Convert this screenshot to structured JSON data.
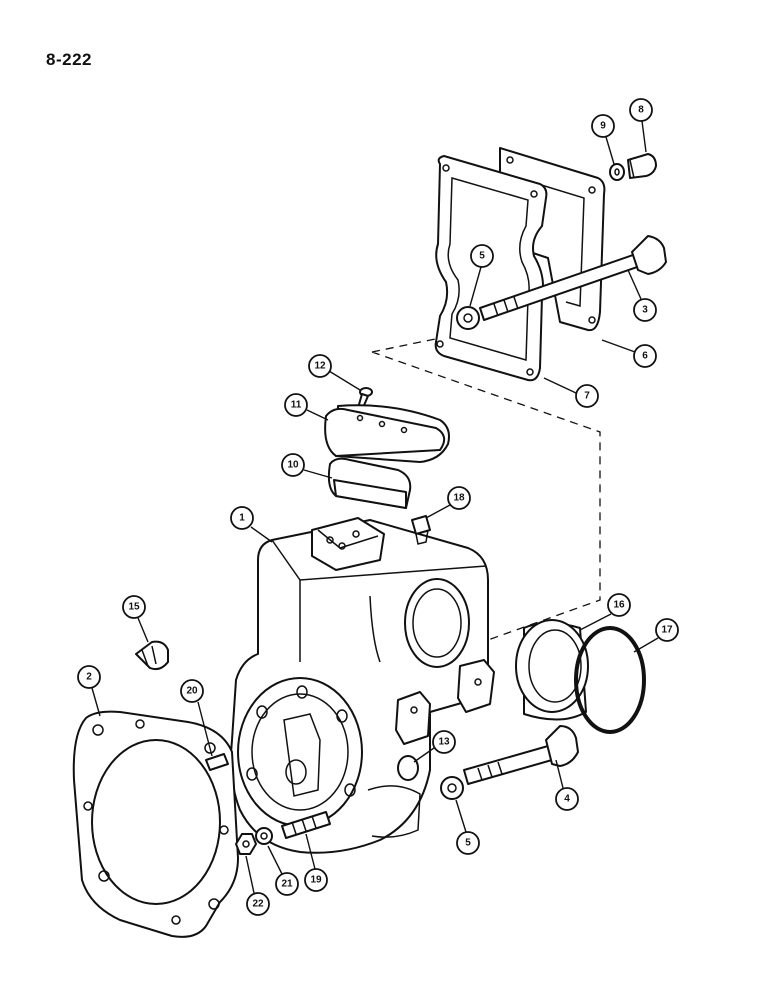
{
  "page": {
    "number": "8-222"
  },
  "callouts": [
    {
      "id": "1"
    },
    {
      "id": "2"
    },
    {
      "id": "3"
    },
    {
      "id": "4"
    },
    {
      "id": "5"
    },
    {
      "id": "5"
    },
    {
      "id": "6"
    },
    {
      "id": "7"
    },
    {
      "id": "8"
    },
    {
      "id": "9"
    },
    {
      "id": "10"
    },
    {
      "id": "11"
    },
    {
      "id": "12"
    },
    {
      "id": "13"
    },
    {
      "id": "15"
    },
    {
      "id": "16"
    },
    {
      "id": "17"
    },
    {
      "id": "18"
    },
    {
      "id": "19"
    },
    {
      "id": "20"
    },
    {
      "id": "21"
    },
    {
      "id": "22"
    }
  ]
}
